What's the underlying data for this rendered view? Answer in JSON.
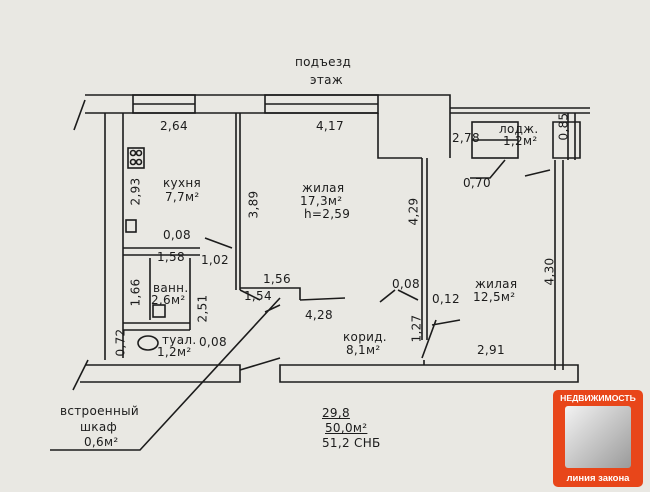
{
  "header": {
    "entrance": "подъезд",
    "floor": "этаж"
  },
  "rooms": {
    "kitchen": {
      "name": "кухня",
      "area": "7,7м²"
    },
    "living1": {
      "name": "жилая",
      "area": "17,3м²",
      "height": "h=2,59"
    },
    "living2": {
      "name": "жилая",
      "area": "12,5м²"
    },
    "loggia": {
      "name": "лодж.",
      "area": "1,2м²"
    },
    "bath": {
      "name": "ванн.",
      "area": "2,6м²"
    },
    "toilet": {
      "name": "туал.",
      "area": "1,2м²"
    },
    "corridor": {
      "name": "корид.",
      "area": "8,1м²"
    },
    "closet": {
      "name1": "встроенный",
      "name2": "шкаф",
      "area": "0,6м²"
    }
  },
  "dimensions": {
    "d264": "2,64",
    "d417": "4,17",
    "d278": "2,78",
    "d085": "0,85",
    "d070": "0,70",
    "d293": "2,93",
    "d389": "3,89",
    "d429": "4,29",
    "d430": "4,30",
    "d008a": "0,08",
    "d158": "1,58",
    "d102": "1,02",
    "d156": "1,56",
    "d154": "1,54",
    "d166": "1,66",
    "d251": "2,51",
    "d428": "4,28",
    "d008b": "0,08",
    "d012": "0,12",
    "d127": "1,27",
    "d072": "0,72",
    "d008c": "0,08",
    "d291": "2,91"
  },
  "totals": {
    "living": "29,8",
    "total": "50,0м²",
    "snb": "51,2 СНБ"
  },
  "logo": {
    "top": "НЕДВИЖИМОСТЬ",
    "bottom": "линия закона"
  }
}
